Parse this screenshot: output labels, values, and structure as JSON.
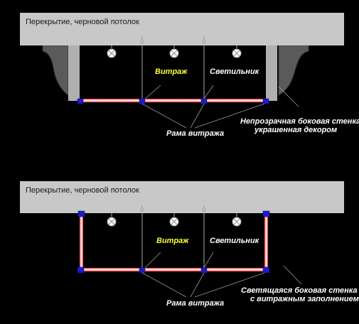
{
  "colors": {
    "background": "#000000",
    "slab": "#c8c8c8",
    "column": "#b0b0b0",
    "frame_red": "#ff3333",
    "frame_blue": "#1c1cc8",
    "label_yellow": "#ffff33",
    "label_white": "#ffffff"
  },
  "top": {
    "slab_label": "Перекрытие, черновой потолок",
    "vitrazh_label": "Витраж",
    "lamp_label": "Светильник",
    "frame_label": "Рама витража",
    "side_label_line1": "Непрозрачная боковая стенка",
    "side_label_line2": "украшенная декором"
  },
  "bottom": {
    "slab_label": "Перекрытие, черновой потолок",
    "vitrazh_label": "Витраж",
    "lamp_label": "Светильник",
    "frame_label": "Рама витража",
    "side_label_line1": "Светящаяся боковая стенка",
    "side_label_line2": "с витражным заполнением"
  }
}
